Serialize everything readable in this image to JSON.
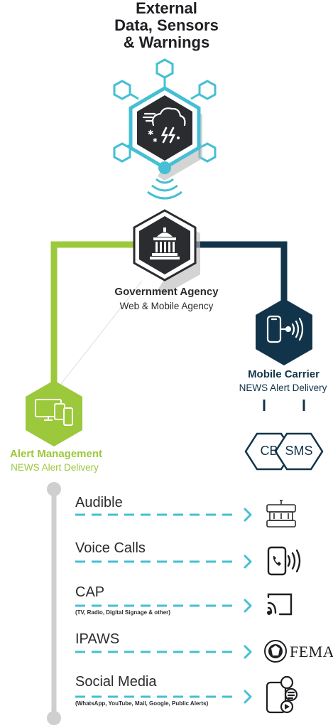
{
  "header": {
    "title_lines": [
      "External",
      "Data, Sensors",
      "& Warnings"
    ]
  },
  "colors": {
    "cyan": "#45bfd3",
    "green": "#9cc83b",
    "navy": "#12344a",
    "dark_hex": "#2b2c30",
    "gray_line": "#cfcfcf",
    "text_dark": "#2a2b2e"
  },
  "icons": {
    "source": "weather-storm-icon",
    "agency": "government-building-icon",
    "carrier": "mobile-broadcast-icon",
    "alert_management": "devices-icon"
  },
  "nodes": {
    "agency": {
      "title": "Government Agency",
      "subtitle": "Web & Mobile Agency"
    },
    "carrier": {
      "title": "Mobile Carrier",
      "subtitle": "NEWS Alert Delivery"
    },
    "alert_management": {
      "title": "Alert Management",
      "subtitle": "NEWS Alert Delivery"
    }
  },
  "carrier_badges": [
    "CB",
    "SMS"
  ],
  "fema": {
    "text": "FEMA"
  },
  "channels": [
    {
      "label": "Audible",
      "sub": "",
      "icon": "siren-speaker-icon"
    },
    {
      "label": "Voice Calls",
      "sub": "",
      "icon": "phone-call-icon"
    },
    {
      "label": "CAP",
      "sub": "(TV, Radio, Digital Signage & other)",
      "icon": "cast-screen-icon"
    },
    {
      "label": "IPAWS",
      "sub": "",
      "icon": "fema-seal-icon"
    },
    {
      "label": "Social Media",
      "sub": "(WhatsApp, YouTube, Mail, Google, Public Alerts)",
      "icon": "social-phone-icon"
    }
  ]
}
